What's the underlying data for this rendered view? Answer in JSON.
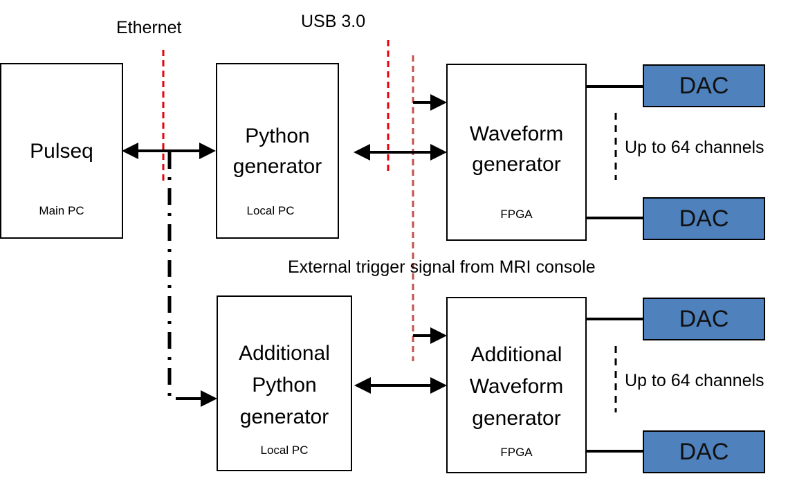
{
  "colors": {
    "dac_fill": "#4f81bd",
    "ethernet_line": "#e8000b",
    "usb_line": "#e8000b",
    "trigger_line": "#c0504d",
    "connector": "#000000"
  },
  "labels": {
    "ethernet": "Ethernet",
    "usb": "USB 3.0",
    "trigger": "External trigger signal from MRI console",
    "channels_top": "Up to 64 channels",
    "channels_bottom": "Up to 64 channels"
  },
  "nodes": {
    "pulseq": {
      "title": "Pulseq",
      "sub": "Main PC"
    },
    "python_gen": {
      "title_lines": [
        "Python",
        "generator"
      ],
      "sub": "Local PC"
    },
    "waveform_gen": {
      "title_lines": [
        "Waveform",
        "generator"
      ],
      "sub": "FPGA"
    },
    "add_python_gen": {
      "title_lines": [
        "Additional",
        "Python",
        "generator"
      ],
      "sub": "Local PC"
    },
    "add_waveform_gen": {
      "title_lines": [
        "Additional",
        "Waveform",
        "generator"
      ],
      "sub": "FPGA"
    },
    "dacs": [
      "DAC",
      "DAC",
      "DAC",
      "DAC"
    ]
  }
}
